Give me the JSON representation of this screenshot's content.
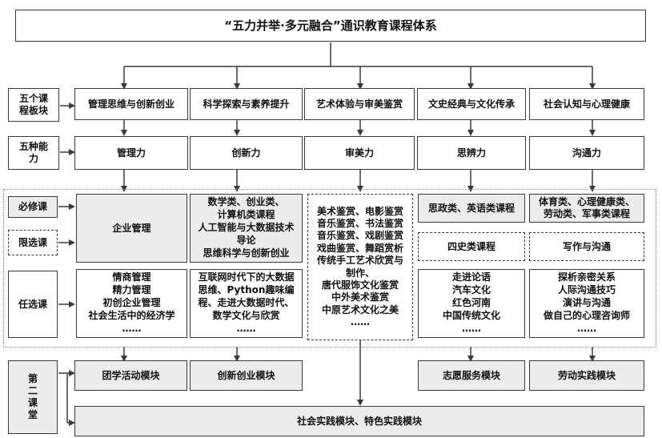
{
  "title": "“五力并举·多元融合”通识教育课程体系",
  "rows": {
    "modules_label": "五个课程板块",
    "abilities_label": "五种能力",
    "required_label": "必修课",
    "limited_label": "限选课",
    "elective_label": "任选课",
    "second_class_label": "第二课堂"
  },
  "columns": [
    {
      "module": "管理思维与创新创业",
      "ability": "管理力",
      "required": "企业管理",
      "elective": [
        "情商管理",
        "精力管理",
        "初创企业管理",
        "社会生活中的经济学",
        "……"
      ]
    },
    {
      "module": "科学探索与素养提升",
      "ability": "创新力",
      "required": [
        "数学类、创业类、",
        "计算机类课程",
        "人工智能与大数据技术",
        "导论",
        "思维科学与创新创业"
      ],
      "elective": [
        "互联网时代下的大数据",
        "思维、Python趣味编",
        "程、走进大数据时代、",
        "数学文化与欣赏",
        "……"
      ]
    },
    {
      "module": "艺术体验与审美鉴赏",
      "ability": "审美力",
      "combined": [
        "美术鉴赏、电影鉴赏",
        "音乐鉴赏、书法鉴赏",
        "音乐鉴赏、戏剧鉴赏",
        "戏曲鉴赏、舞蹈赏析",
        "传统手工艺术欣赏与",
        "制作、",
        "唐代服饰文化鉴赏",
        "中外美术鉴赏",
        "中原艺术文化之美",
        "……"
      ]
    },
    {
      "module": "文史经典与文化传承",
      "ability": "思辨力",
      "required": "思政类、英语类课程",
      "limited": "四史类课程",
      "elective": [
        "走进论语",
        "汽车文化",
        "红色河南",
        "中国传统文化",
        "……"
      ]
    },
    {
      "module": "社会认知与心理健康",
      "ability": "沟通力",
      "required": [
        "体育类、心理健康类、",
        "劳动类、军事类课程"
      ],
      "limited": "写作与沟通",
      "elective": [
        "探析亲密关系",
        "人际沟通技巧",
        "演讲与沟通",
        "做自己的心理咨询师",
        "……"
      ]
    }
  ],
  "second_class": {
    "league": "团学活动模块",
    "innovation": "创新创业模块",
    "volunteer": "志愿服务模块",
    "labor": "劳动实践模块",
    "social": "社会实践模块、特色实践模块"
  }
}
